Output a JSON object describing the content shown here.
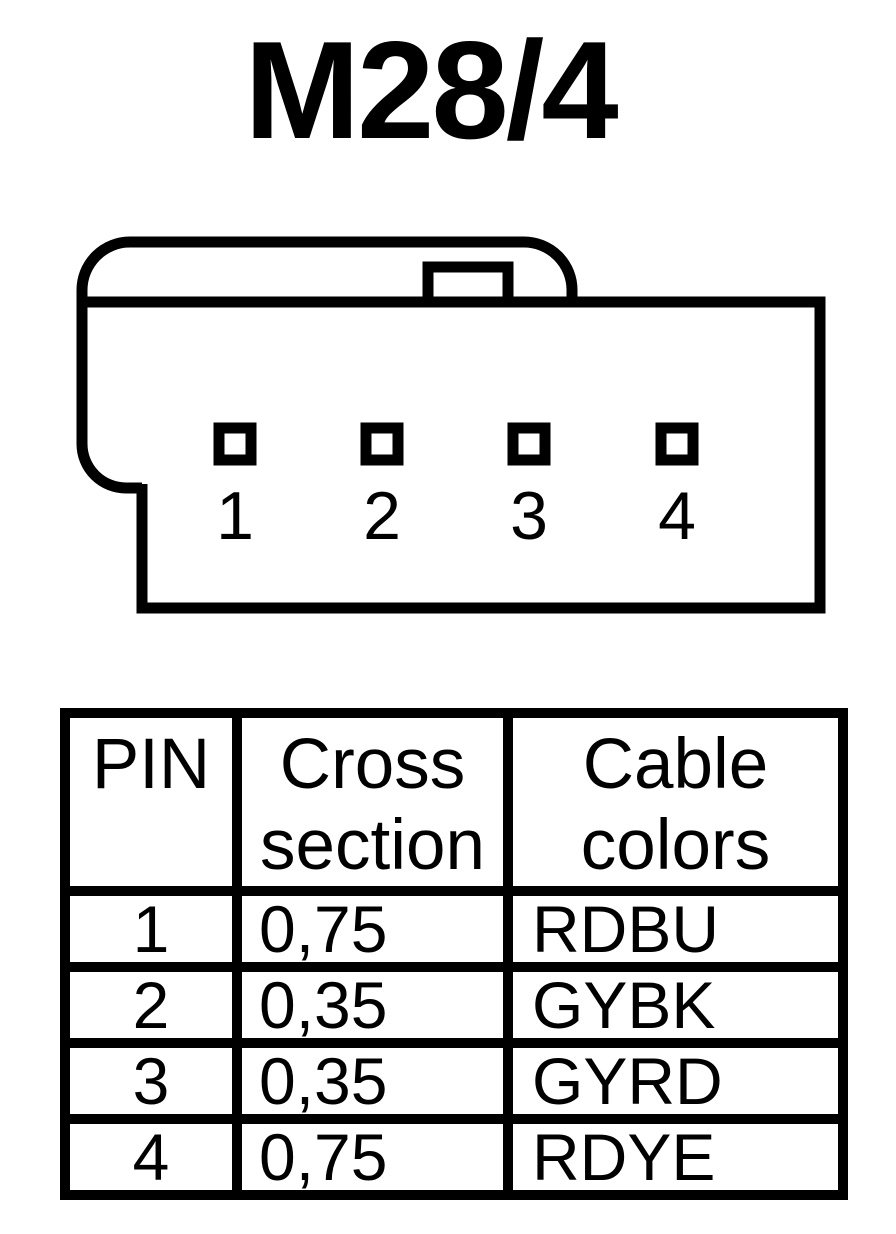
{
  "title": "M28/4",
  "colors": {
    "ink": "#000000",
    "background": "#ffffff"
  },
  "connector": {
    "pin_count": 4,
    "pins": [
      {
        "label": "1"
      },
      {
        "label": "2"
      },
      {
        "label": "3"
      },
      {
        "label": "4"
      }
    ]
  },
  "table": {
    "headers": {
      "pin": "PIN",
      "cross_section": "Cross section",
      "cable_colors": "Cable colors"
    },
    "rows": [
      {
        "pin": "1",
        "cross_section": "0,75",
        "cable_colors": "RDBU"
      },
      {
        "pin": "2",
        "cross_section": "0,35",
        "cable_colors": "GYBK"
      },
      {
        "pin": "3",
        "cross_section": "0,35",
        "cable_colors": "GYRD"
      },
      {
        "pin": "4",
        "cross_section": "0,75",
        "cable_colors": "RDYE"
      }
    ]
  }
}
